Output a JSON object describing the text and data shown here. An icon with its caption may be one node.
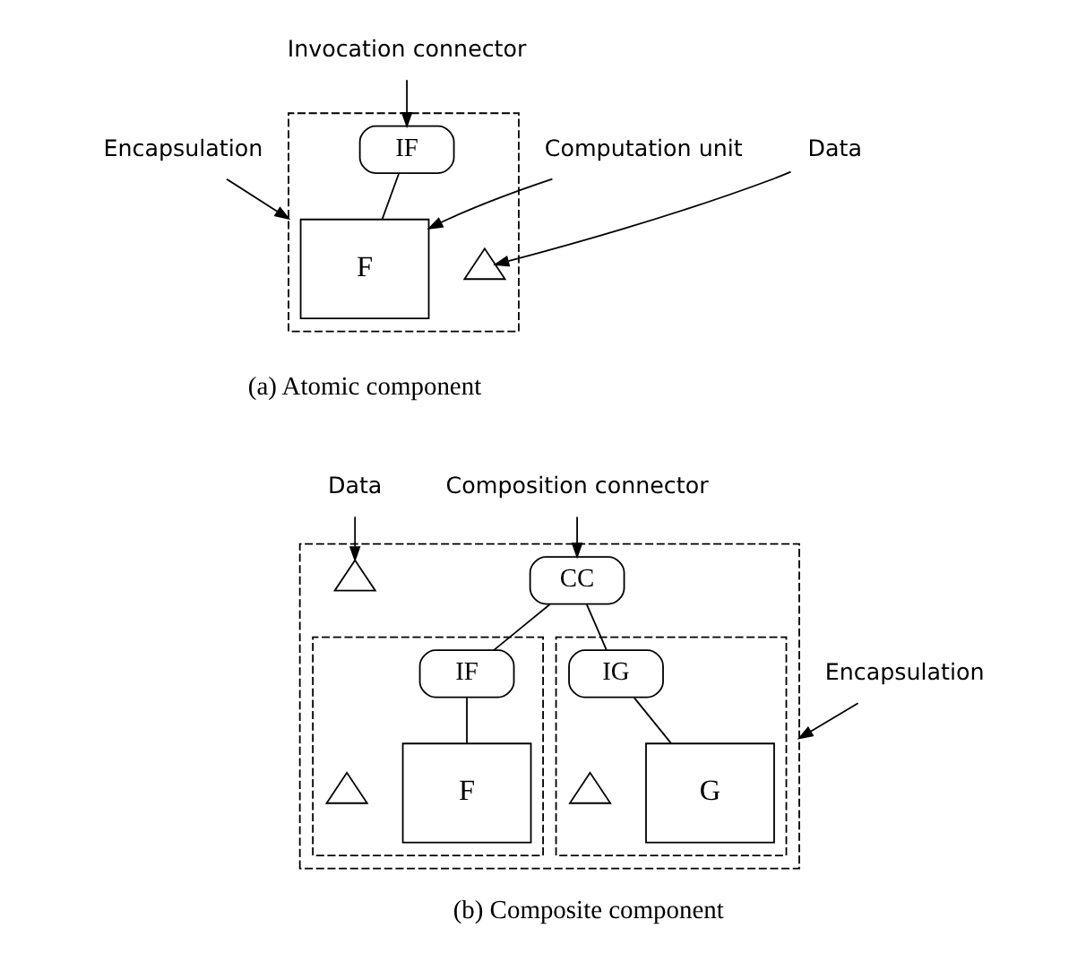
{
  "diagram": {
    "nodes": [
      {
        "text": [
          "Encapsulation"
        ]
      },
      {
        "text": [],
        "shape": "box"
      },
      {
        "text": [
          "IF"
        ],
        "in": 1
      },
      {
        "text": [],
        "shape": "triangle",
        "in": 1
      },
      {
        "text": [
          "F"
        ],
        "in": 1
      },
      {
        "text": [
          "Invocation connector"
        ]
      },
      {
        "text": [
          "Data"
        ]
      },
      {
        "text": [
          "Computation unit"
        ]
      },
      {
        "text": [],
        "shape": "box"
      },
      {
        "text": [
          "CC"
        ],
        "in": 8
      },
      {
        "text": [],
        "shape": "triangle",
        "in": 8
      },
      {
        "text": [],
        "shape": "box",
        "in": 8
      },
      {
        "text": [
          "IF"
        ],
        "in": 11
      },
      {
        "text": [],
        "shape": "triangle",
        "in": 11
      },
      {
        "text": [
          "F"
        ],
        "in": 11
      },
      {
        "text": [],
        "shape": "box",
        "in": 8
      },
      {
        "text": [
          "IG"
        ],
        "in": 15
      },
      {
        "text": [],
        "shape": "triangle",
        "in": 15
      },
      {
        "text": [
          "G"
        ],
        "in": 15
      },
      {
        "text": [
          "Data"
        ]
      },
      {
        "text": [
          "Composition connector"
        ]
      },
      {
        "text": [
          "Encapsulation"
        ]
      }
    ],
    "edges": [
      {
        "from": 0,
        "to": 1,
        "arrow": "to"
      },
      {
        "from": 2,
        "to": 4,
        "arrow": "none"
      },
      {
        "from": 5,
        "to": 2,
        "arrow": "to"
      },
      {
        "from": 6,
        "to": 3,
        "arrow": "to"
      },
      {
        "from": 7,
        "to": 4,
        "arrow": "to"
      },
      {
        "from": 9,
        "to": 12,
        "arrow": "none"
      },
      {
        "from": 9,
        "to": 16,
        "arrow": "none"
      },
      {
        "from": 12,
        "to": 14,
        "arrow": "none"
      },
      {
        "from": 16,
        "to": 18,
        "arrow": "none"
      },
      {
        "from": 19,
        "to": 10,
        "arrow": "to"
      },
      {
        "from": 20,
        "to": 9,
        "arrow": "to"
      },
      {
        "from": 21,
        "to": 8,
        "arrow": "to"
      }
    ],
    "labels": [
      "(a) Atomic component",
      "(b) Composite component"
    ]
  }
}
